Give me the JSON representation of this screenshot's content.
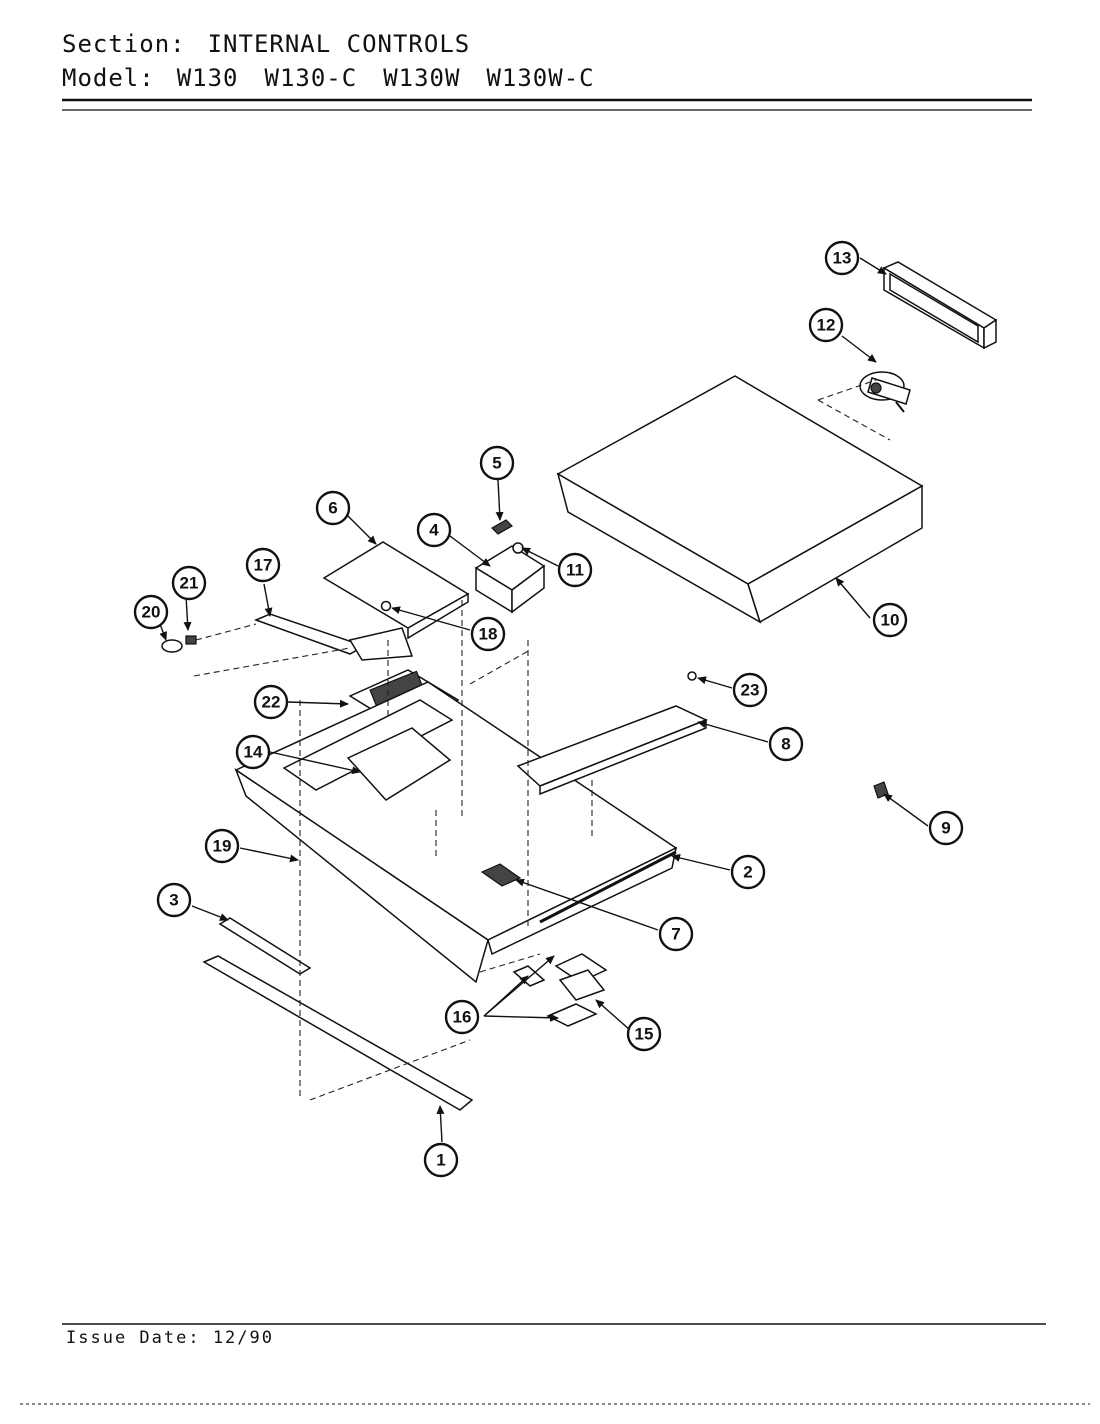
{
  "header": {
    "section_label": "Section:",
    "section_value": "INTERNAL CONTROLS",
    "model_label": "Model:",
    "models": [
      "W130",
      "W130-C",
      "W130W",
      "W130W-C"
    ]
  },
  "footer": {
    "issue_date": "Issue Date: 12/90"
  },
  "callouts": [
    {
      "id": "1",
      "label": "1"
    },
    {
      "id": "2",
      "label": "2"
    },
    {
      "id": "3",
      "label": "3"
    },
    {
      "id": "4",
      "label": "4"
    },
    {
      "id": "5",
      "label": "5"
    },
    {
      "id": "6",
      "label": "6"
    },
    {
      "id": "7",
      "label": "7"
    },
    {
      "id": "8",
      "label": "8"
    },
    {
      "id": "9",
      "label": "9"
    },
    {
      "id": "10",
      "label": "10"
    },
    {
      "id": "11",
      "label": "11"
    },
    {
      "id": "12",
      "label": "12"
    },
    {
      "id": "13",
      "label": "13"
    },
    {
      "id": "14",
      "label": "14"
    },
    {
      "id": "15",
      "label": "15"
    },
    {
      "id": "16",
      "label": "16"
    },
    {
      "id": "17",
      "label": "17"
    },
    {
      "id": "18",
      "label": "18"
    },
    {
      "id": "19",
      "label": "19"
    },
    {
      "id": "20",
      "label": "20"
    },
    {
      "id": "21",
      "label": "21"
    },
    {
      "id": "22",
      "label": "22"
    },
    {
      "id": "23",
      "label": "23"
    }
  ]
}
